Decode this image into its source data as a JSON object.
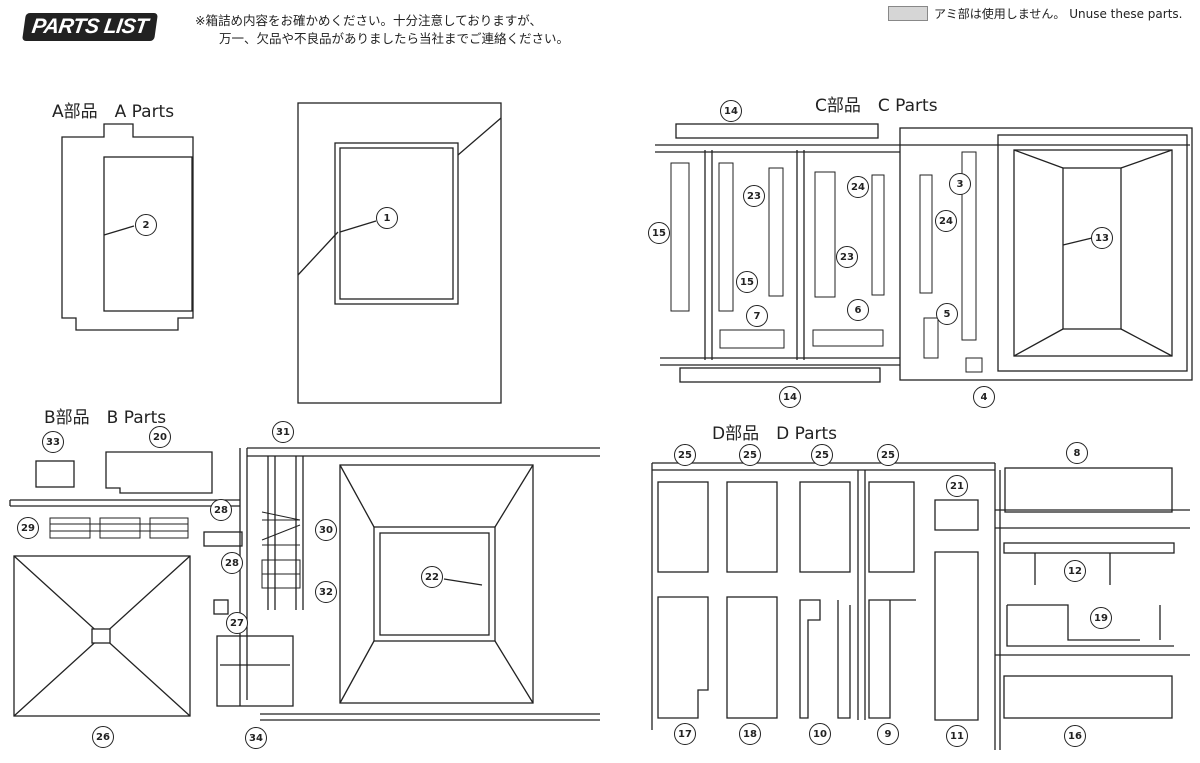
{
  "header": {
    "logo": "PARTS LIST",
    "note_line1": "※箱詰め内容をお確かめください。十分注意しておりますが、",
    "note_line2": "万一、欠品や不良品がありましたら当社までご連絡ください。",
    "legend_text": "アミ部は使用しません。 Unuse these parts.",
    "legend_color": "#d6d6d6"
  },
  "sections": {
    "a": "A部品　A Parts",
    "b": "B部品　B Parts",
    "c": "C部品　C Parts",
    "d": "D部品　D Parts"
  },
  "callouts": {
    "a": [
      "2",
      "1"
    ],
    "b": [
      "33",
      "20",
      "31",
      "28",
      "28",
      "30",
      "29",
      "22",
      "32",
      "27",
      "26",
      "34"
    ],
    "c": [
      "14",
      "15",
      "15",
      "23",
      "23",
      "24",
      "24",
      "3",
      "13",
      "7",
      "6",
      "5",
      "14",
      "4"
    ],
    "d": [
      "25",
      "25",
      "25",
      "25",
      "8",
      "21",
      "12",
      "19",
      "17",
      "18",
      "10",
      "9",
      "11",
      "16"
    ]
  }
}
